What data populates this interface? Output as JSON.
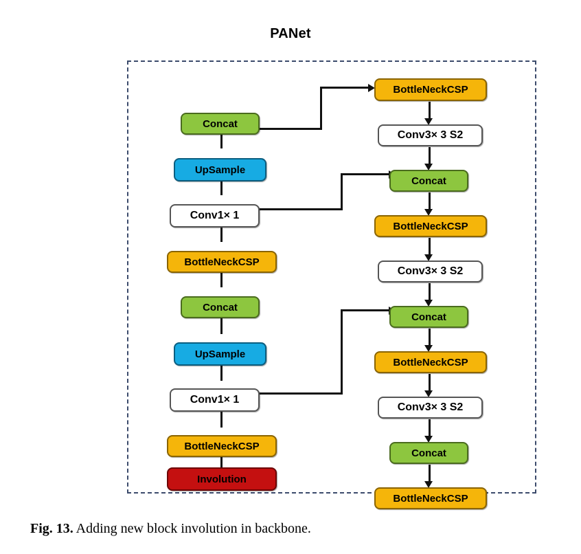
{
  "figure": {
    "title": "PANet",
    "caption_label": "Fig. 13.",
    "caption_text": " Adding new block involution in backbone."
  },
  "colors": {
    "bottleneck_csp": "#f5b50a",
    "concat": "#8dc63f",
    "upsample": "#17abe3",
    "conv": "#ffffff",
    "involution": "#c41010",
    "container_border": "#3b4a6b",
    "arrow": "#111111"
  },
  "left_column": {
    "name": "bottom-up-pathway",
    "nodes": [
      {
        "id": "l-concat-top",
        "label": "Concat",
        "type": "concat"
      },
      {
        "id": "l-upsample-2",
        "label": "UpSample",
        "type": "upsample"
      },
      {
        "id": "l-conv1x1-2",
        "label": "Conv1× 1",
        "type": "conv"
      },
      {
        "id": "l-bncsp-2",
        "label": "BottleNeckCSP",
        "type": "bottleneck_csp"
      },
      {
        "id": "l-concat-mid",
        "label": "Concat",
        "type": "concat"
      },
      {
        "id": "l-upsample-1",
        "label": "UpSample",
        "type": "upsample"
      },
      {
        "id": "l-conv1x1-1",
        "label": "Conv1× 1",
        "type": "conv"
      },
      {
        "id": "l-bncsp-1",
        "label": "BottleNeckCSP",
        "type": "bottleneck_csp"
      },
      {
        "id": "l-involution",
        "label": "Involution",
        "type": "involution"
      }
    ]
  },
  "right_column": {
    "name": "top-down-pathway",
    "nodes": [
      {
        "id": "r-bncsp-1",
        "label": "BottleNeckCSP",
        "type": "bottleneck_csp"
      },
      {
        "id": "r-conv-1",
        "label": "Conv3× 3 S2",
        "type": "conv"
      },
      {
        "id": "r-concat-1",
        "label": "Concat",
        "type": "concat"
      },
      {
        "id": "r-bncsp-2",
        "label": "BottleNeckCSP",
        "type": "bottleneck_csp"
      },
      {
        "id": "r-conv-2",
        "label": "Conv3× 3 S2",
        "type": "conv"
      },
      {
        "id": "r-concat-2",
        "label": "Concat",
        "type": "concat"
      },
      {
        "id": "r-bncsp-3",
        "label": "BottleNeckCSP",
        "type": "bottleneck_csp"
      },
      {
        "id": "r-conv-3",
        "label": "Conv3× 3 S2",
        "type": "conv"
      },
      {
        "id": "r-concat-3",
        "label": "Concat",
        "type": "concat"
      },
      {
        "id": "r-bncsp-4",
        "label": "BottleNeckCSP",
        "type": "bottleneck_csp"
      }
    ]
  },
  "cross_connections": [
    {
      "from": "l-concat-top",
      "to": "r-bncsp-1"
    },
    {
      "from": "l-conv1x1-2",
      "to": "r-concat-1"
    },
    {
      "from": "l-conv1x1-1",
      "to": "r-concat-2"
    }
  ]
}
